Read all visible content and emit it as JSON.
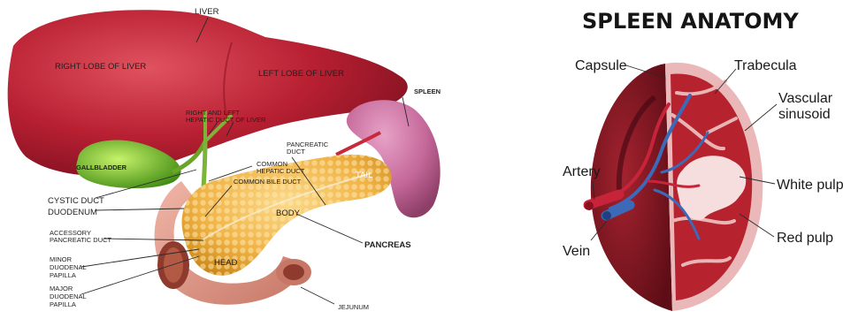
{
  "left_diagram": {
    "labels": {
      "liver": "LIVER",
      "right_lobe": "RIGHT LOBE OF LIVER",
      "left_lobe": "LEFT LOBE OF LIVER",
      "spleen": "SPLEEN",
      "hepatic_duct_1": "RIGHT AND LEFT",
      "hepatic_duct_2": "HEPATIC DUCT OF LIVER",
      "gallbladder": "GALLBLADDER",
      "common_hepatic_duct_1": "COMMON",
      "common_hepatic_duct_2": "HEPATIC DUCT",
      "pancreatic_duct_1": "PANCREATIC",
      "pancreatic_duct_2": "DUCT",
      "tail": "TAIL",
      "common_bile_duct": "COMMON BILE DUCT",
      "cystic_duct": "CYSTIC DUCT",
      "duodenum": "DUODENUM",
      "body": "BODY",
      "accessory_duct_1": "ACCESSORY",
      "accessory_duct_2": "PANCREATIC DUCT",
      "pancreas": "PANCREAS",
      "minor_papilla_1": "MINOR",
      "minor_papilla_2": "DUODENAL",
      "minor_papilla_3": "PAPILLA",
      "head": "HEAD",
      "major_papilla_1": "MAJOR",
      "major_papilla_2": "DUODENAL",
      "major_papilla_3": "PAPILLA",
      "jejunum": "JEJUNUM"
    }
  },
  "right_diagram": {
    "title": "SPLEEN ANATOMY",
    "labels": {
      "capsule": "Capsule",
      "trabecula": "Trabecula",
      "vascular_1": "Vascular",
      "vascular_2": "sinusoid",
      "artery": "Artery",
      "white_pulp": "White pulp",
      "vein": "Vein",
      "red_pulp": "Red pulp"
    }
  }
}
